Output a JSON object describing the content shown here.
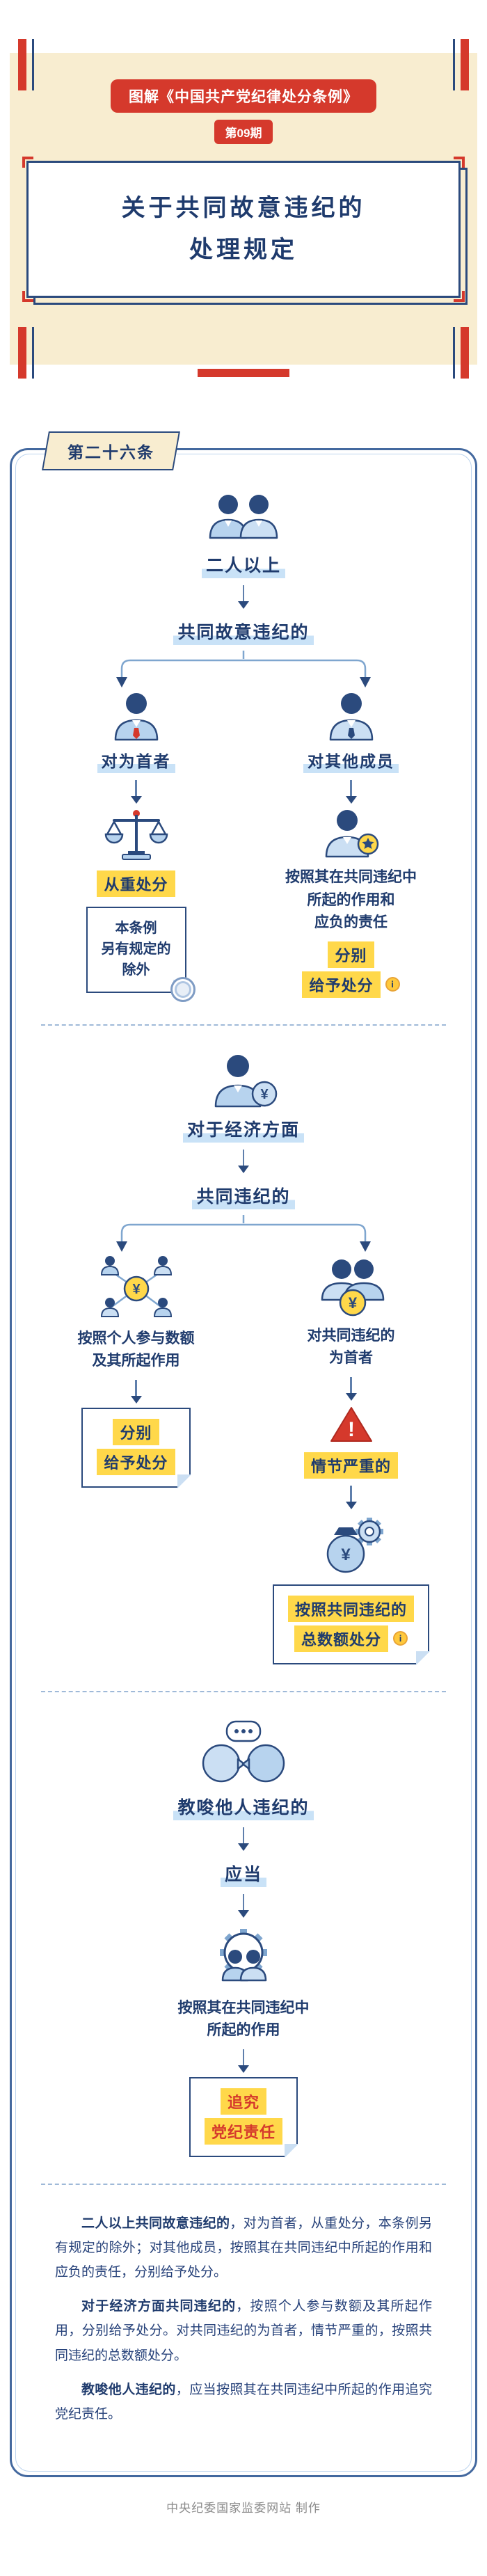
{
  "header": {
    "series_badge": "图解《中国共产党纪律处分条例》",
    "issue_badge": "第09期",
    "title": "关于共同故意违纪的\n处理规定"
  },
  "article_tag": "第二十六条",
  "flow1": {
    "subject": "二人以上",
    "condition": "共同故意违纪的",
    "left": {
      "target": "对为首者",
      "result": "从重处分",
      "note": "本条例\n另有规定的\n除外"
    },
    "right": {
      "target": "对其他成员",
      "basis": "按照其在共同违纪中\n所起的作用和\n应负的责任",
      "result_line1": "分别",
      "result_line2": "给予处分"
    }
  },
  "flow2": {
    "subject": "对于经济方面",
    "condition": "共同违纪的",
    "left": {
      "basis": "按照个人参与数额\n及其所起作用",
      "result_line1": "分别",
      "result_line2": "给予处分"
    },
    "right": {
      "target": "对共同违纪的\n为首者",
      "severity": "情节严重的",
      "result_line1": "按照共同违纪的",
      "result_line2": "总数额处分"
    }
  },
  "flow3": {
    "subject": "教唆他人违纪的",
    "modal": "应当",
    "basis": "按照其在共同违纪中\n所起的作用",
    "result_line1": "追究",
    "result_line2": "党纪责任"
  },
  "summary": {
    "p1_lead": "二人以上共同故意违纪的",
    "p1_rest": "，对为首者，从重处分，本条例另有规定的除外；对其他成员，按照其在共同违纪中所起的作用和应负的责任，分别给予处分。",
    "p2_lead": "对于经济方面共同违纪的",
    "p2_rest": "，按照个人参与数额及其所起作用，分别给予处分。对共同违纪的为首者，情节严重的，按照共同违纪的总数额处分。",
    "p3_lead": "教唆他人违纪的",
    "p3_rest": "，应当按照其在共同违纪中所起的作用追究党纪责任。"
  },
  "footer": "中央纪委国家监委网站 制作",
  "icons": {
    "info_glyph": "i",
    "warning_glyph": "!",
    "yuan_glyph": "¥"
  },
  "colors": {
    "navy": "#1F3B6D",
    "red": "#D5392C",
    "yellow": "#FFD84A",
    "cream": "#F8EDD0",
    "line_blue": "#7FA6CF",
    "icon_blue": "#B7D3EE"
  }
}
